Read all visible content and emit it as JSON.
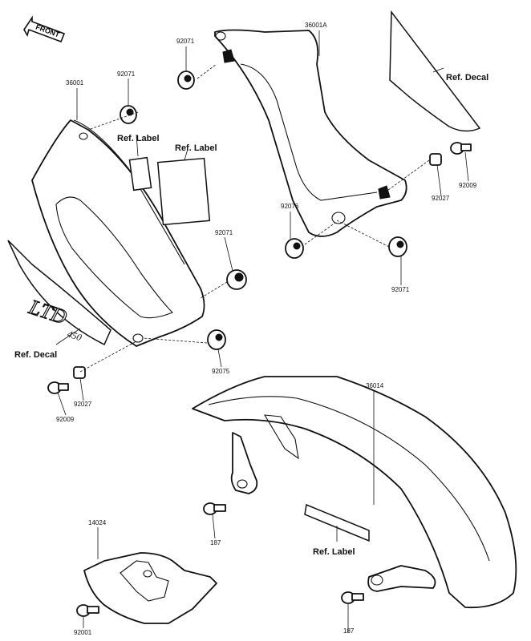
{
  "front_arrow": {
    "label": "FRONT"
  },
  "parts": {
    "p36001": "36001",
    "p36001A": "36001A",
    "p36014": "36014",
    "p14024": "14024",
    "p92071_a": "92071",
    "p92071_b": "92071",
    "p92071_c": "92071",
    "p92071_d": "92071",
    "p92076_a": "92076",
    "p92075": "92075",
    "p92027_a": "92027",
    "p92027_b": "92027",
    "p92009_a": "92009",
    "p92009_b": "92009",
    "p92001": "92001",
    "p187_a": "187",
    "p187_b": "187"
  },
  "refs": {
    "ref_decal_right": "Ref. Decal",
    "ref_decal_left": "Ref. Decal",
    "ref_label_a": "Ref. Label",
    "ref_label_b": "Ref. Label",
    "ref_label_c": "Ref. Label"
  },
  "decal_text": {
    "brand": "LTD",
    "number": "450"
  }
}
